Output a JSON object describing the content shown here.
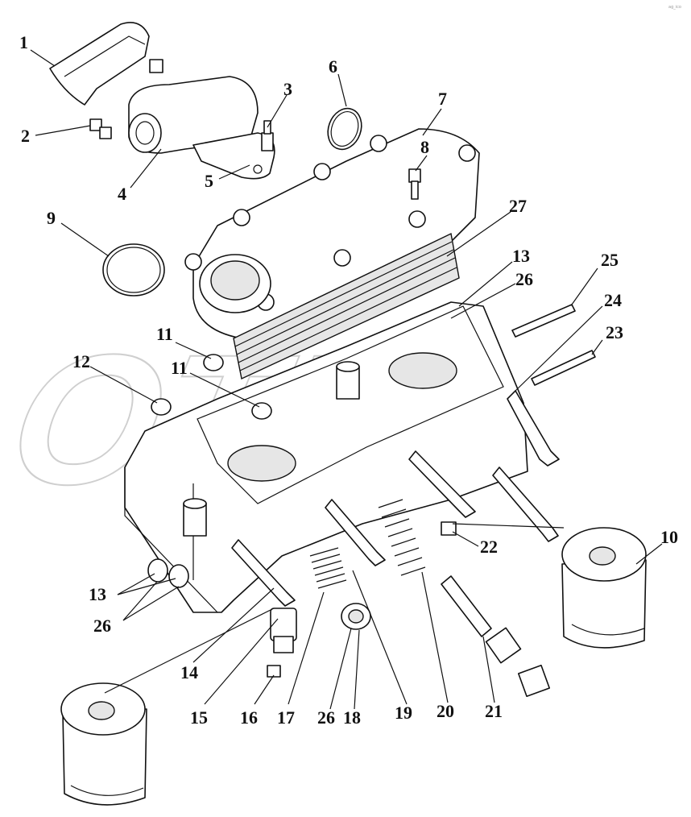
{
  "watermark": "ОТК",
  "corner_mark": "ag_ico",
  "callouts": [
    {
      "id": "c1",
      "label": "1"
    },
    {
      "id": "c2",
      "label": "2"
    },
    {
      "id": "c3",
      "label": "3"
    },
    {
      "id": "c4",
      "label": "4"
    },
    {
      "id": "c5",
      "label": "5"
    },
    {
      "id": "c6",
      "label": "6"
    },
    {
      "id": "c7",
      "label": "7"
    },
    {
      "id": "c8",
      "label": "8"
    },
    {
      "id": "c9",
      "label": "9"
    },
    {
      "id": "c27",
      "label": "27"
    },
    {
      "id": "c13a",
      "label": "13"
    },
    {
      "id": "c26a",
      "label": "26"
    },
    {
      "id": "c25",
      "label": "25"
    },
    {
      "id": "c24",
      "label": "24"
    },
    {
      "id": "c23",
      "label": "23"
    },
    {
      "id": "c11a",
      "label": "11"
    },
    {
      "id": "c12",
      "label": "12"
    },
    {
      "id": "c11b",
      "label": "11"
    },
    {
      "id": "c10",
      "label": "10"
    },
    {
      "id": "c22",
      "label": "22"
    },
    {
      "id": "c13b",
      "label": "13"
    },
    {
      "id": "c26b",
      "label": "26"
    },
    {
      "id": "c14",
      "label": "14"
    },
    {
      "id": "c15",
      "label": "15"
    },
    {
      "id": "c16",
      "label": "16"
    },
    {
      "id": "c17",
      "label": "17"
    },
    {
      "id": "c26c",
      "label": "26"
    },
    {
      "id": "c18",
      "label": "18"
    },
    {
      "id": "c19",
      "label": "19"
    },
    {
      "id": "c20",
      "label": "20"
    },
    {
      "id": "c21",
      "label": "21"
    }
  ]
}
